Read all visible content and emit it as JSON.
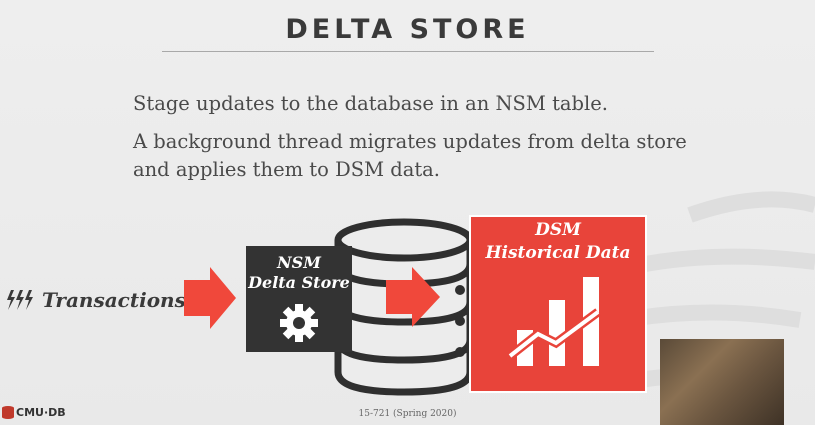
{
  "slide": {
    "title": "DELTA STORE",
    "bullets": [
      "Stage updates to the database in an NSM table.",
      "A background thread migrates updates from delta store and applies them to DSM data."
    ]
  },
  "diagram": {
    "transactions_label": "Transactions",
    "nsm_box": {
      "line1": "NSM",
      "line2": "Delta Store"
    },
    "dsm_box": {
      "line1": "DSM",
      "line2": "Historical Data"
    }
  },
  "footer": {
    "logo_text": "CMU·DB",
    "course": "15-721 (Spring 2020)"
  },
  "colors": {
    "accent_red": "#e8443a",
    "arrow_red": "#f0483b",
    "dark_box": "#333333",
    "text": "#3a3a3a"
  }
}
